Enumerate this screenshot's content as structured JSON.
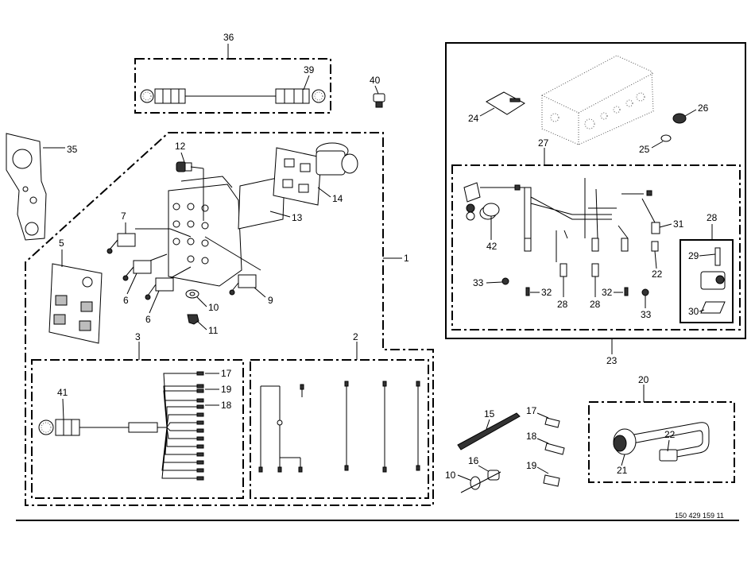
{
  "diagram": {
    "reference_code": "150 429 159 11",
    "labels": {
      "p1": "1",
      "p2": "2",
      "p3": "3",
      "p5": "5",
      "p6a": "6",
      "p6b": "6",
      "p7": "7",
      "p9": "9",
      "p10a": "10",
      "p10b": "10",
      "p11": "11",
      "p12": "12",
      "p13": "13",
      "p14": "14",
      "p15": "15",
      "p16": "16",
      "p17a": "17",
      "p17b": "17",
      "p18a": "18",
      "p18b": "18",
      "p19a": "19",
      "p19b": "19",
      "p20": "20",
      "p21": "21",
      "p22a": "22",
      "p22b": "22",
      "p23": "23",
      "p24": "24",
      "p25": "25",
      "p26": "26",
      "p27": "27",
      "p28a": "28",
      "p28b": "28",
      "p28c": "28",
      "p29": "29",
      "p30": "30",
      "p31": "31",
      "p32a": "32",
      "p32b": "32",
      "p33a": "33",
      "p33b": "33",
      "p35": "35",
      "p36": "36",
      "p39": "39",
      "p40": "40",
      "p41": "41",
      "p42": "42"
    }
  }
}
